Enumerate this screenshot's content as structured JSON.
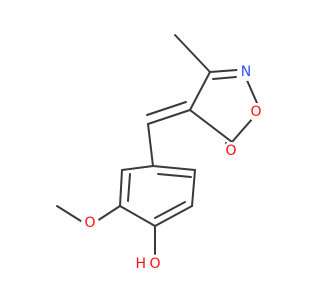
{
  "molecule": {
    "atom_labels": {
      "n": "N",
      "o_ring": "O",
      "o_carbonyl": "O",
      "o_methoxy": "O",
      "oh_o": "O",
      "oh_h": "H"
    },
    "colors": {
      "bond": "#3a3a3a",
      "nitrogen": "#3050f8",
      "oxygen": "#ff0d0d",
      "background": "#ffffff"
    }
  }
}
